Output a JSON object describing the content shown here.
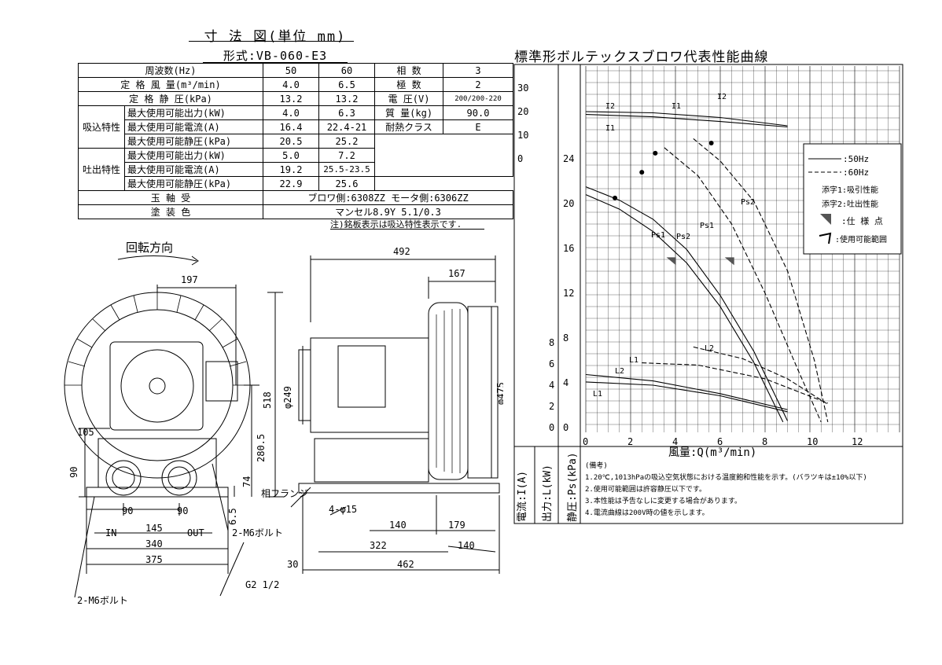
{
  "header": {
    "title": "寸 法 図(単位 mm)",
    "model": "形式:VB-060-E3"
  },
  "spec": {
    "freq_label": "周波数(Hz)",
    "freq_50": "50",
    "freq_60": "60",
    "phase_label": "相  数",
    "phase_val": "3",
    "flow_label": "定 格 風 量(m³/min)",
    "flow_50": "4.0",
    "flow_60": "6.5",
    "poles_label": "極  数",
    "poles_val": "2",
    "press_label": "定 格 静 圧(kPa)",
    "press_50": "13.2",
    "press_60": "13.2",
    "volt_label": "電 圧(V)",
    "volt_val": "200/200-220",
    "suction_group": "吸込特性",
    "discharge_group": "吐出特性",
    "s_power_label": "最大使用可能出力(kW)",
    "s_power_50": "4.0",
    "s_power_60": "6.3",
    "mass_label": "質 量(kg)",
    "mass_val": "90.0",
    "s_curr_label": "最大使用可能電流(A)",
    "s_curr_50": "16.4",
    "s_curr_60": "22.4-21",
    "heat_label": "耐熱クラス",
    "heat_val": "E",
    "s_press_label": "最大使用可能静圧(kPa)",
    "s_press_50": "20.5",
    "s_press_60": "25.2",
    "d_power_label": "最大使用可能出力(kW)",
    "d_power_50": "5.0",
    "d_power_60": "7.2",
    "d_curr_label": "最大使用可能電流(A)",
    "d_curr_50": "19.2",
    "d_curr_60": "25.5-23.5",
    "d_press_label": "最大使用可能静圧(kPa)",
    "d_press_50": "22.9",
    "d_press_60": "25.6",
    "bearing_label": "玉  軸  受",
    "bearing_val": "ブロワ側:6308ZZ   モータ側:6306ZZ",
    "paint_label": "塗  装  色",
    "paint_val": "マンセル8.9Y 5.1/0.3"
  },
  "note": "注)銘板表示は吸込特性表示です.",
  "drawing": {
    "rotation": "回転方向",
    "d197": "197",
    "d492": "492",
    "d167": "167",
    "d249": "φ249",
    "d518": "518",
    "d475": "φ475",
    "d280": "280.5",
    "d105": "105",
    "d90v": "90",
    "d74": "74",
    "d90a": "90",
    "d90b": "90",
    "d145": "145",
    "d65": "6.5",
    "in": "IN",
    "out": "OUT",
    "d340": "340",
    "d375": "375",
    "bolt1": "2-M6ボルト",
    "bolt2": "2-M6ボルト",
    "g": "G2 1/2",
    "flange": "相フランジ",
    "holes": "4-φ15",
    "d140": "140",
    "d179": "179",
    "d322": "322",
    "d140b": "140",
    "d30": "30",
    "d462": "462"
  },
  "chart": {
    "title": "標準形ボルテックスブロワ代表性能曲線",
    "xlabel": "風量:Q(m³/min)",
    "ylabel_current": "電流:I(A)",
    "ylabel_output": "出力:L(kW)",
    "ylabel_press": "静圧:Ps(kPa)",
    "legend_50": ":50Hz",
    "legend_60": ":60Hz",
    "legend_sub1": "添字1:吸引性能",
    "legend_sub2": "添字2:吐出性能",
    "legend_spec": ":仕 様 点",
    "legend_range": ":使用可能範囲",
    "remarks_title": "(備考)",
    "remark1": "1.20℃,1013hPaの吸込空気状態における温度飽和性能を示す。(バラツキは±10%以下)",
    "remark2": "2.使用可能範囲は許容静圧以下です。",
    "remark3": "3.本性能は予告なしに変更する場合があります。",
    "remark4": "4.電流曲線は200V時の値を示します。",
    "curve_labels": {
      "I2a": "I2",
      "I1a": "I1",
      "I2b": "I2",
      "I1b": "I1",
      "Ps2": "Ps2",
      "Ps1": "Ps1",
      "Ps1b": "Ps1",
      "Ps2b": "Ps2",
      "L1": "L1",
      "L2": "L2",
      "L2b": "L2",
      "L1b": "L1"
    }
  },
  "chart_data": {
    "type": "line",
    "title": "標準形ボルテックスブロワ代表性能曲線",
    "xlabel": "風量:Q(m³/min)",
    "xlim": [
      0,
      14
    ],
    "x_ticks": [
      0,
      2,
      4,
      6,
      8,
      10,
      12
    ],
    "axes": {
      "current_ticks": [
        0,
        10,
        20,
        30
      ],
      "output_ticks": [
        0,
        2,
        4,
        6,
        8
      ],
      "pressure_ticks": [
        0,
        4,
        8,
        12,
        16,
        20,
        24
      ]
    },
    "series": [
      {
        "name": "Ps2",
        "freq": "50Hz",
        "x": [
          0,
          1.5,
          3,
          4.5,
          6,
          7.5,
          9
        ],
        "y": [
          21.5,
          20.3,
          18.6,
          15.9,
          11.8,
          6.8,
          0.6
        ]
      },
      {
        "name": "Ps1",
        "freq": "50Hz",
        "x": [
          0,
          1.5,
          3,
          4.5,
          6,
          7.5,
          8.8
        ],
        "y": [
          20.8,
          19.5,
          17.5,
          14.7,
          10.8,
          5.8,
          0.5
        ]
      },
      {
        "name": "Ps2",
        "freq": "60Hz",
        "x": [
          4.8,
          6,
          7.5,
          9,
          10.2,
          10.8
        ],
        "y": [
          25.8,
          23.8,
          20.2,
          14.0,
          6.0,
          0.5
        ]
      },
      {
        "name": "Ps1",
        "freq": "60Hz",
        "x": [
          3.5,
          5,
          6.5,
          8,
          9.5,
          10.5
        ],
        "y": [
          25.0,
          22.5,
          18.2,
          12.0,
          5.0,
          0.5
        ]
      },
      {
        "name": "I2",
        "freq": "50Hz",
        "x": [
          0,
          3,
          6,
          9
        ],
        "y": [
          20.0,
          19.5,
          17.5,
          14.0
        ]
      },
      {
        "name": "I1",
        "freq": "50Hz",
        "x": [
          0,
          3,
          6,
          9
        ],
        "y": [
          18.8,
          17.8,
          15.8,
          13.5
        ]
      },
      {
        "name": "L1",
        "freq": "50Hz",
        "x": [
          0,
          3,
          6,
          9
        ],
        "y": [
          4.3,
          4.0,
          3.0,
          1.5
        ]
      },
      {
        "name": "L2",
        "freq": "50Hz",
        "x": [
          0,
          3,
          6,
          9
        ],
        "y": [
          5.0,
          4.4,
          3.2,
          1.7
        ]
      },
      {
        "name": "L2",
        "freq": "60Hz",
        "x": [
          4.8,
          7,
          9,
          10.8
        ],
        "y": [
          7.6,
          6.5,
          4.6,
          2.2
        ]
      },
      {
        "name": "L1",
        "freq": "60Hz",
        "x": [
          2.5,
          5,
          8,
          10.8
        ],
        "y": [
          6.1,
          5.9,
          4.6,
          2.3
        ]
      }
    ],
    "grid": true,
    "legend": "right"
  }
}
